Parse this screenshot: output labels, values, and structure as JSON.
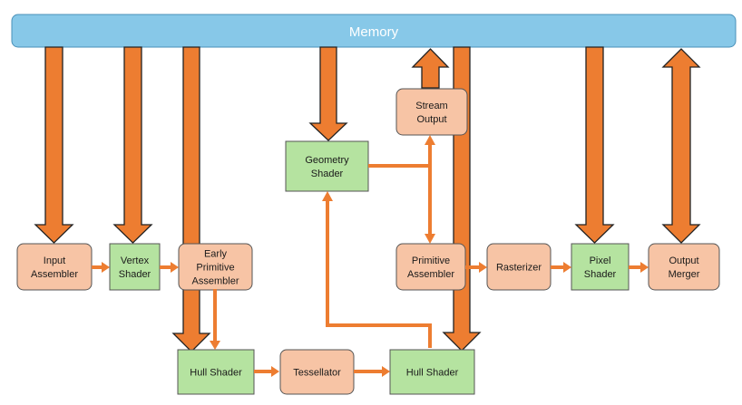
{
  "memory": {
    "label": "Memory"
  },
  "nodes": {
    "input_assembler": {
      "lines": [
        "Input",
        "Assembler"
      ]
    },
    "vertex_shader": {
      "lines": [
        "Vertex",
        "Shader"
      ]
    },
    "early_prim_asm": {
      "lines": [
        "Early",
        "Primitive",
        "Assembler"
      ]
    },
    "geometry_shader": {
      "lines": [
        "Geometry",
        "Shader"
      ]
    },
    "stream_output": {
      "lines": [
        "Stream",
        "Output"
      ]
    },
    "primitive_assembler": {
      "lines": [
        "Primitive",
        "Assembler"
      ]
    },
    "rasterizer": {
      "lines": [
        "Rasterizer"
      ]
    },
    "pixel_shader": {
      "lines": [
        "Pixel",
        "Shader"
      ]
    },
    "output_merger": {
      "lines": [
        "Output",
        "Merger"
      ]
    },
    "hull_shader_1": {
      "lines": [
        "Hull Shader"
      ]
    },
    "tessellator": {
      "lines": [
        "Tessellator"
      ]
    },
    "hull_shader_2": {
      "lines": [
        "Hull Shader"
      ]
    }
  },
  "colors": {
    "memory_fill": "#87c8e8",
    "memory_stroke": "#4a90b8",
    "salmon_fill": "#f7c4a5",
    "green_fill": "#b5e3a0",
    "box_stroke": "#555555",
    "arrow": "#ed7d31",
    "arrow_outline": "#222222"
  }
}
